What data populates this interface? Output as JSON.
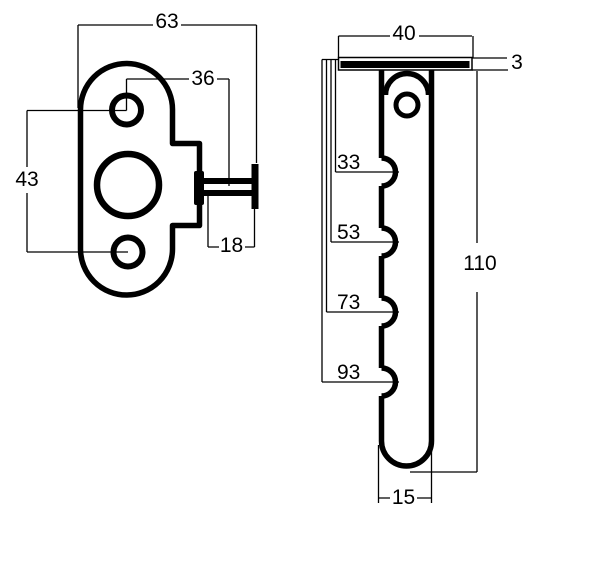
{
  "drawing": {
    "type": "technical-drawing",
    "background": "#ffffff",
    "line_color": "#000000",
    "text_color": "#000000",
    "labels": {
      "front_overall_width": "63",
      "front_hole_to_pin": "36",
      "front_hole_spacing": "43",
      "front_pin_length": "18",
      "side_plate_width": "40",
      "side_plate_thickness": "3",
      "side_hook_1": "33",
      "side_hook_2": "53",
      "side_hook_3": "73",
      "side_hook_4": "93",
      "side_overall_length": "110",
      "side_bar_width": "15"
    }
  }
}
